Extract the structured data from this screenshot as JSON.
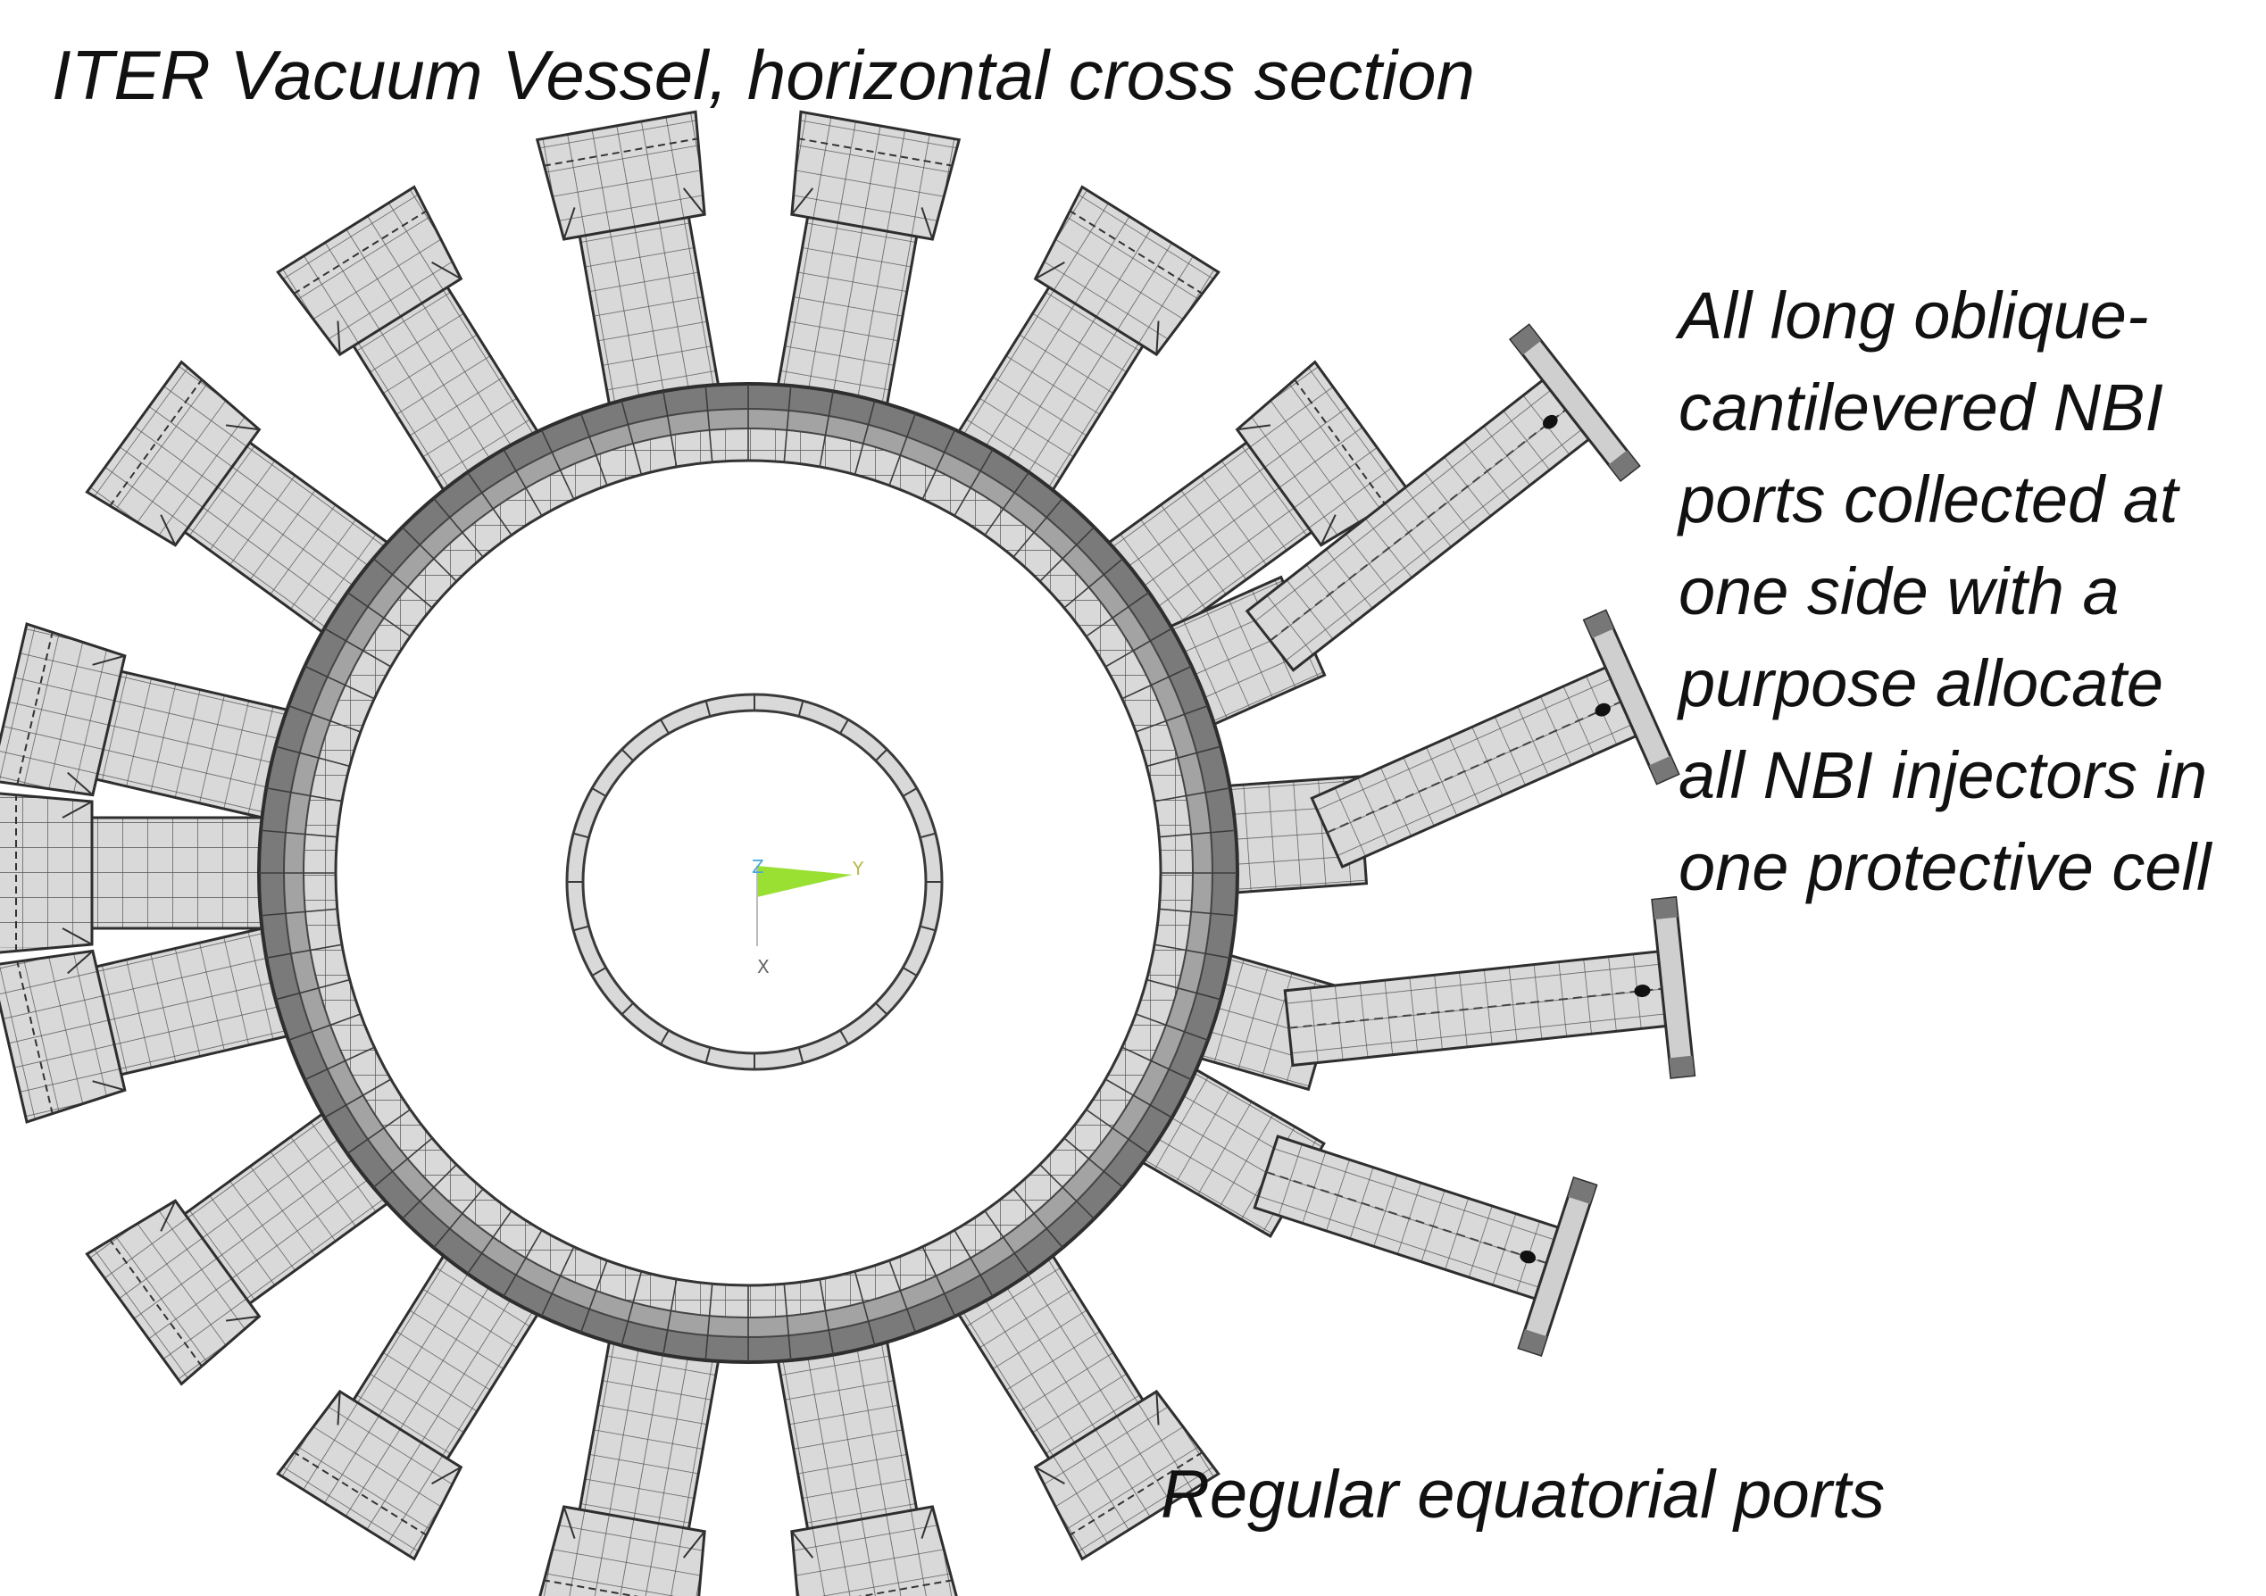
{
  "title": "ITER Vacuum Vessel, horizontal cross section",
  "annotation_right": {
    "lines": [
      "All long oblique-",
      "cantilevered NBI",
      "ports collected at",
      "one side with a",
      "purpose allocate",
      "all NBI injectors in",
      "one protective cell"
    ]
  },
  "annotation_bottom": "Regular equatorial ports",
  "triad": {
    "z_label": "Z",
    "y_label": "Y",
    "x_label": "X"
  },
  "colors": {
    "mesh_fill": "#d9d9d9",
    "mesh_line": "#3a3a3a",
    "shell_dark": "#6e6e6e",
    "shell_mid": "#9c9c9c",
    "triad_green": "#99e033",
    "triad_z": "#4aa7d8",
    "triad_y": "#b8b84a"
  },
  "vessel": {
    "regular_port_count": 14,
    "nbi_port_count": 4
  }
}
